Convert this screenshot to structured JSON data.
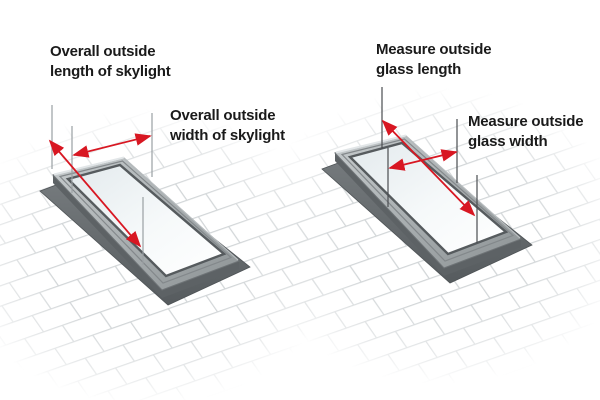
{
  "labels": {
    "overall_length": [
      "Overall outside",
      "length of skylight"
    ],
    "overall_width": [
      "Overall outside",
      "width of skylight"
    ],
    "glass_length": [
      "Measure outside",
      "glass length"
    ],
    "glass_width": [
      "Measure outside",
      "glass width"
    ]
  },
  "colors": {
    "arrow_red": "#d81722",
    "text": "#1a1a1a",
    "line_left": "#9aa0a3",
    "line_right": "#4a4d50",
    "frame_light": "#c6cbcd",
    "frame_gray": "#8d9395",
    "base_gray": "#565b5e",
    "glass_tint": "#e3eaed",
    "roof_line": "#d2d6d8"
  }
}
